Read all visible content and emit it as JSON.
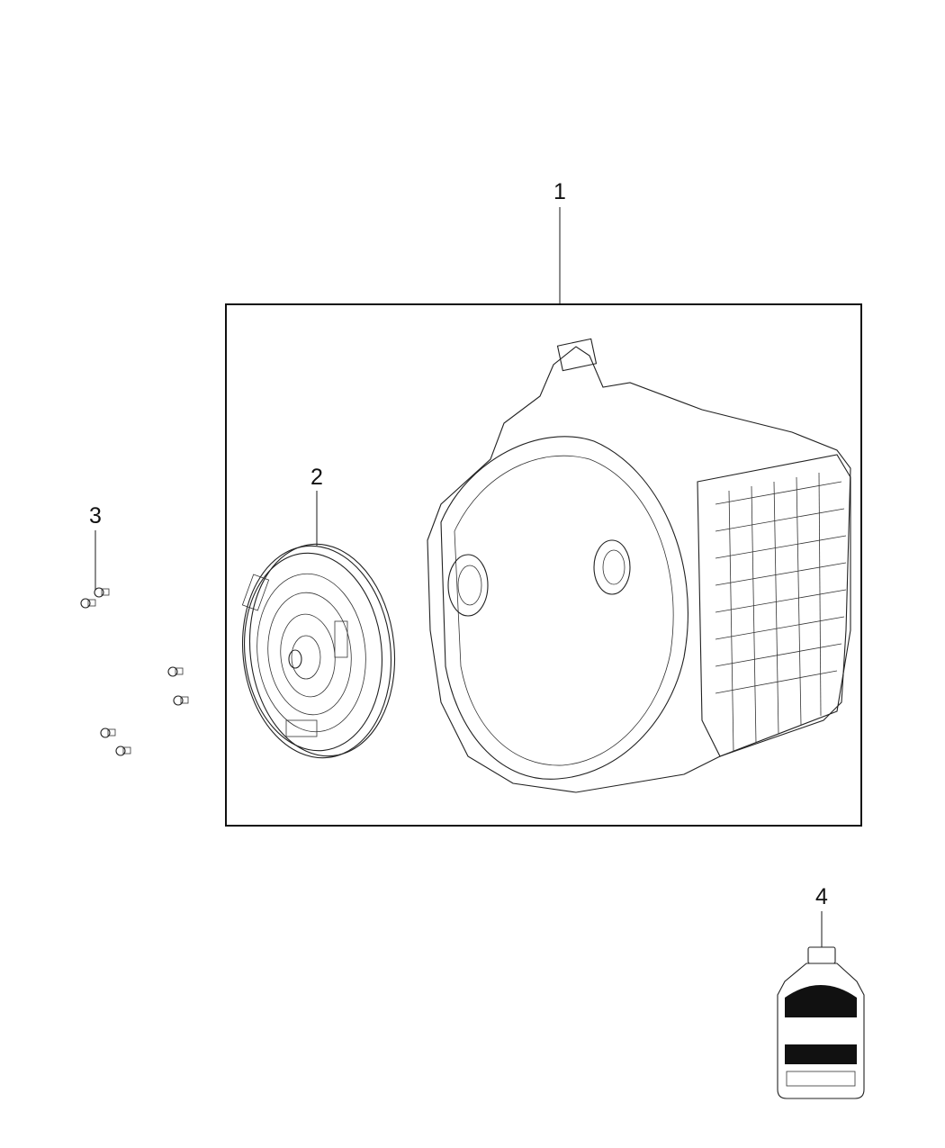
{
  "diagram": {
    "type": "exploded-parts-diagram",
    "subject": "Automatic transmission assembly",
    "colors": {
      "line": "#111111",
      "background": "#ffffff",
      "leader": "#666666"
    },
    "callouts": [
      {
        "number": "1",
        "part": "transmission-assembly"
      },
      {
        "number": "2",
        "part": "torque-converter"
      },
      {
        "number": "3",
        "part": "bolts"
      },
      {
        "number": "4",
        "part": "transmission-fluid-bottle"
      }
    ],
    "bolt_count": 6
  }
}
